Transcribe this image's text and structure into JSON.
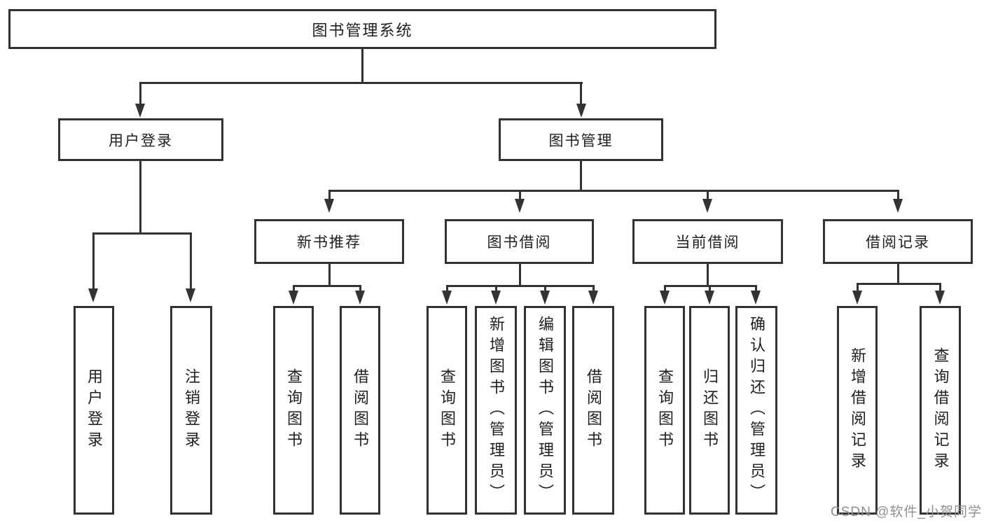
{
  "diagram": {
    "root": "图书管理系统",
    "level2": [
      "用户登录",
      "图书管理"
    ],
    "level3": [
      "新书推荐",
      "图书借阅",
      "当前借阅",
      "借阅记录"
    ],
    "leaves": [
      "用户登录",
      "注销登录",
      "查询图书",
      "借阅图书",
      "查询图书",
      "新增图书（管理员）",
      "编辑图书（管理员）",
      "借阅图书",
      "查询图书",
      "归还图书",
      "确认归还（管理员）",
      "新增借阅记录",
      "查询借阅记录"
    ]
  },
  "watermark": "CSDN @软件_小贺同学",
  "colors": {
    "line": "#333333",
    "text": "#1f1f1f",
    "watermark": "#8f8f8f",
    "background": "#ffffff"
  }
}
